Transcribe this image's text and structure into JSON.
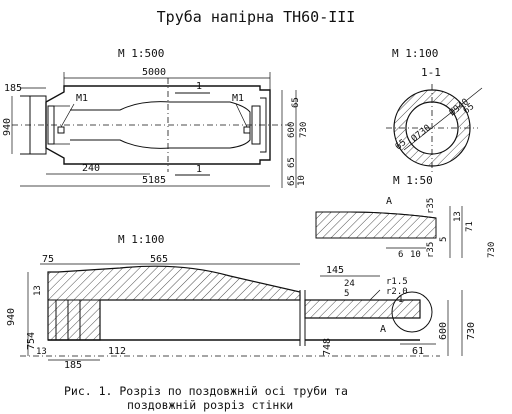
{
  "title": "Труба напірна ТН60-III",
  "scales": {
    "s1": "М 1:500",
    "s2": "М 1:100",
    "s3": "М 1:50",
    "s4": "М 1:100"
  },
  "section_label": "1-1",
  "labels": {
    "m1_left": "М1",
    "m1_right": "М1",
    "cut_top": "1",
    "cut_bottom": "1",
    "detail_a_top": "А",
    "detail_a_bottom": "А"
  },
  "dims_top": {
    "d5000": "5000",
    "d185": "185",
    "d940": "940",
    "d240": "240",
    "d5185": "5185",
    "d65a": "65",
    "d600": "600",
    "d730": "730",
    "d65b": "65",
    "d65c": "65",
    "d10": "10"
  },
  "dims_section": {
    "d940": "Ø940",
    "d65a": "65",
    "d730": "Ø730",
    "d65b": "65"
  },
  "dims_detail": {
    "r35a": "r35",
    "d13": "13",
    "d71": "71",
    "d5": "5",
    "r35b": "r35",
    "d6": "6",
    "d10": "10"
  },
  "dims_bottom": {
    "d75": "75",
    "d565": "565",
    "d13a": "13",
    "d940": "940",
    "d754": "754",
    "d13b": "13",
    "d185": "185",
    "d112": "112",
    "d145": "145",
    "r15": "r1.5",
    "d24": "24",
    "d5": "5",
    "r20": "r2.0",
    "d1": "1",
    "d748": "748",
    "d600": "600",
    "d730": "730",
    "d61": "61"
  },
  "caption": {
    "line1": "Рис. 1. Розріз по поздовжній осі труби та",
    "line2": "поздовжній розріз стінки"
  }
}
